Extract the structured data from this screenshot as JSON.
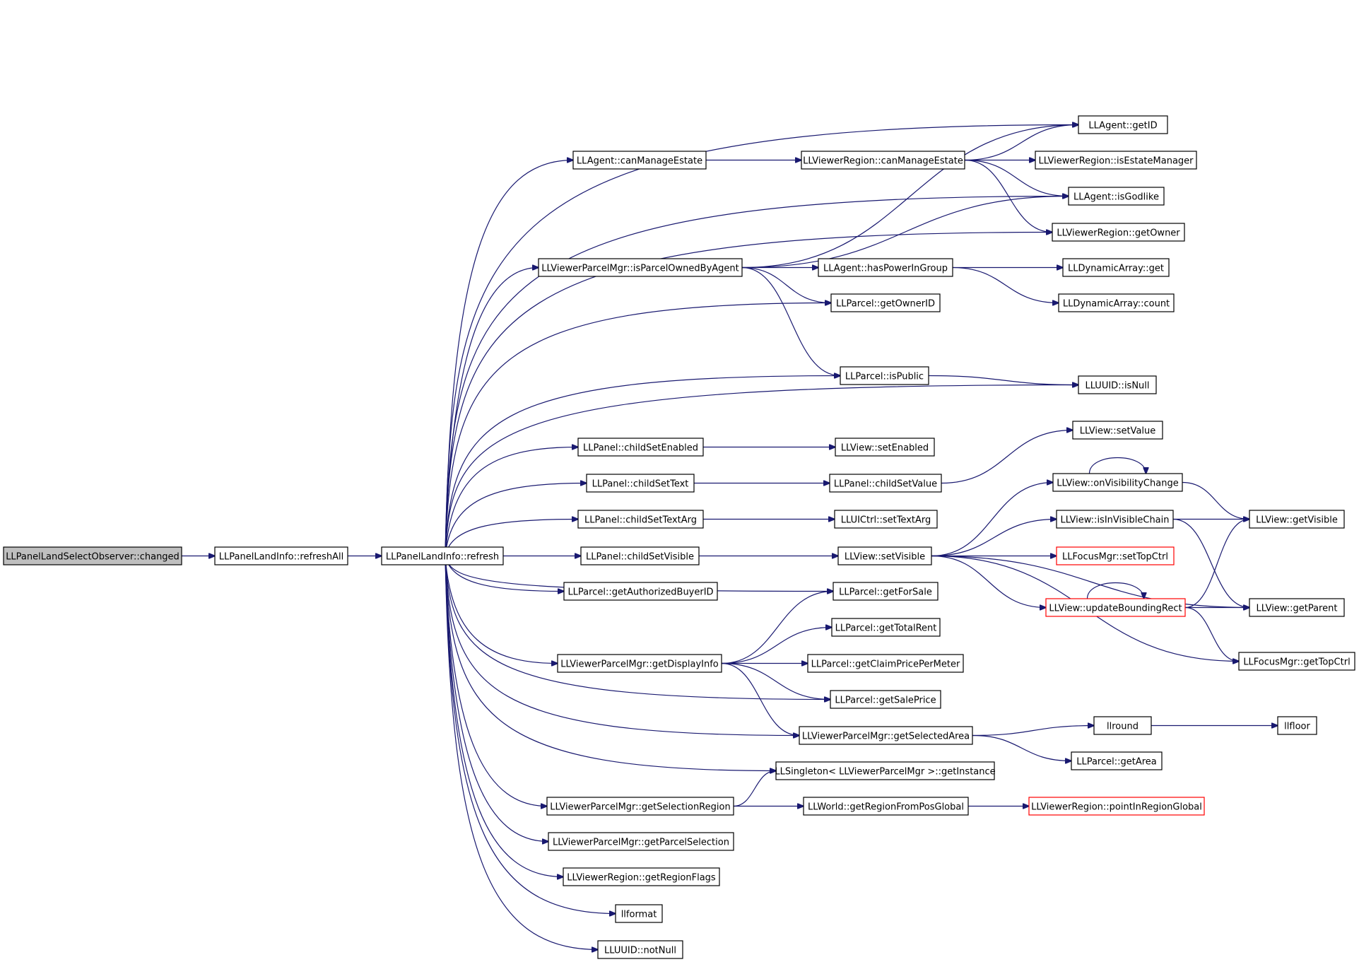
{
  "diagram": {
    "type": "call-graph",
    "edge_color": "#191970",
    "root_fill": "#bfbfbf",
    "truncated_border": "#ff0000",
    "nodes": [
      {
        "id": "n0",
        "label": "LLPanelLandSelectObserver::changed",
        "style": "root"
      },
      {
        "id": "n1",
        "label": "LLPanelLandInfo::refreshAll"
      },
      {
        "id": "n2",
        "label": "LLPanelLandInfo::refresh"
      },
      {
        "id": "n3",
        "label": "LLAgent::canManageEstate"
      },
      {
        "id": "n4",
        "label": "LLViewerParcelMgr::isParcelOwnedByAgent"
      },
      {
        "id": "n5",
        "label": "LLPanel::childSetEnabled"
      },
      {
        "id": "n6",
        "label": "LLPanel::childSetText"
      },
      {
        "id": "n7",
        "label": "LLPanel::childSetTextArg"
      },
      {
        "id": "n8",
        "label": "LLPanel::childSetVisible"
      },
      {
        "id": "n9",
        "label": "LLParcel::getAuthorizedBuyerID"
      },
      {
        "id": "n10",
        "label": "LLViewerParcelMgr::getDisplayInfo"
      },
      {
        "id": "n11",
        "label": "LLViewerParcelMgr::getSelectionRegion"
      },
      {
        "id": "n12",
        "label": "LLViewerParcelMgr::getParcelSelection"
      },
      {
        "id": "n13",
        "label": "LLViewerRegion::getRegionFlags"
      },
      {
        "id": "n14",
        "label": "llformat"
      },
      {
        "id": "n15",
        "label": "LLUUID::notNull"
      },
      {
        "id": "n16",
        "label": "LLViewerRegion::canManageEstate"
      },
      {
        "id": "n17",
        "label": "LLAgent::hasPowerInGroup"
      },
      {
        "id": "n18",
        "label": "LLParcel::getOwnerID"
      },
      {
        "id": "n19",
        "label": "LLParcel::isPublic"
      },
      {
        "id": "n20",
        "label": "LLView::setEnabled"
      },
      {
        "id": "n21",
        "label": "LLPanel::childSetValue"
      },
      {
        "id": "n22",
        "label": "LLUICtrl::setTextArg"
      },
      {
        "id": "n23",
        "label": "LLView::setVisible"
      },
      {
        "id": "n24",
        "label": "LLParcel::getForSale"
      },
      {
        "id": "n25",
        "label": "LLParcel::getTotalRent"
      },
      {
        "id": "n26",
        "label": "LLParcel::getClaimPricePerMeter"
      },
      {
        "id": "n27",
        "label": "LLParcel::getSalePrice"
      },
      {
        "id": "n28",
        "label": "LLViewerParcelMgr::getSelectedArea"
      },
      {
        "id": "n29",
        "label": "LLSingleton< LLViewerParcelMgr >::getInstance"
      },
      {
        "id": "n30",
        "label": "LLWorld::getRegionFromPosGlobal"
      },
      {
        "id": "n31",
        "label": "LLAgent::getID"
      },
      {
        "id": "n32",
        "label": "LLViewerRegion::isEstateManager"
      },
      {
        "id": "n33",
        "label": "LLAgent::isGodlike"
      },
      {
        "id": "n34",
        "label": "LLViewerRegion::getOwner"
      },
      {
        "id": "n35",
        "label": "LLDynamicArray::get"
      },
      {
        "id": "n36",
        "label": "LLDynamicArray::count"
      },
      {
        "id": "n37",
        "label": "LLUUID::isNull"
      },
      {
        "id": "n38",
        "label": "LLView::setValue"
      },
      {
        "id": "n39",
        "label": "LLView::onVisibilityChange"
      },
      {
        "id": "n40",
        "label": "LLView::isInVisibleChain"
      },
      {
        "id": "n41",
        "label": "LLFocusMgr::setTopCtrl",
        "style": "truncated"
      },
      {
        "id": "n42",
        "label": "LLView::updateBoundingRect",
        "style": "truncated"
      },
      {
        "id": "n43",
        "label": "llround"
      },
      {
        "id": "n44",
        "label": "LLParcel::getArea"
      },
      {
        "id": "n45",
        "label": "LLViewerRegion::pointInRegionGlobal",
        "style": "truncated"
      },
      {
        "id": "n46",
        "label": "LLView::getVisible"
      },
      {
        "id": "n47",
        "label": "LLView::getParent"
      },
      {
        "id": "n48",
        "label": "LLFocusMgr::getTopCtrl"
      },
      {
        "id": "n49",
        "label": "llfloor"
      }
    ],
    "edges": [
      [
        "n0",
        "n1"
      ],
      [
        "n1",
        "n2"
      ],
      [
        "n2",
        "n3"
      ],
      [
        "n2",
        "n4"
      ],
      [
        "n2",
        "n5"
      ],
      [
        "n2",
        "n6"
      ],
      [
        "n2",
        "n7"
      ],
      [
        "n2",
        "n8"
      ],
      [
        "n2",
        "n9"
      ],
      [
        "n2",
        "n10"
      ],
      [
        "n2",
        "n11"
      ],
      [
        "n2",
        "n12"
      ],
      [
        "n2",
        "n13"
      ],
      [
        "n2",
        "n14"
      ],
      [
        "n2",
        "n15"
      ],
      [
        "n2",
        "n31"
      ],
      [
        "n2",
        "n33"
      ],
      [
        "n2",
        "n18"
      ],
      [
        "n2",
        "n34"
      ],
      [
        "n2",
        "n19"
      ],
      [
        "n2",
        "n37"
      ],
      [
        "n2",
        "n24"
      ],
      [
        "n2",
        "n27"
      ],
      [
        "n2",
        "n28"
      ],
      [
        "n2",
        "n29"
      ],
      [
        "n3",
        "n16"
      ],
      [
        "n16",
        "n31"
      ],
      [
        "n16",
        "n32"
      ],
      [
        "n16",
        "n33"
      ],
      [
        "n16",
        "n34"
      ],
      [
        "n4",
        "n31"
      ],
      [
        "n4",
        "n33"
      ],
      [
        "n4",
        "n17"
      ],
      [
        "n4",
        "n18"
      ],
      [
        "n4",
        "n19"
      ],
      [
        "n17",
        "n35"
      ],
      [
        "n17",
        "n36"
      ],
      [
        "n19",
        "n37"
      ],
      [
        "n5",
        "n20"
      ],
      [
        "n6",
        "n21"
      ],
      [
        "n21",
        "n38"
      ],
      [
        "n7",
        "n22"
      ],
      [
        "n8",
        "n23"
      ],
      [
        "n23",
        "n39"
      ],
      [
        "n23",
        "n40"
      ],
      [
        "n23",
        "n41"
      ],
      [
        "n23",
        "n42"
      ],
      [
        "n23",
        "n47"
      ],
      [
        "n23",
        "n48"
      ],
      [
        "n39",
        "n39"
      ],
      [
        "n39",
        "n46"
      ],
      [
        "n40",
        "n46"
      ],
      [
        "n40",
        "n47"
      ],
      [
        "n42",
        "n42"
      ],
      [
        "n42",
        "n46"
      ],
      [
        "n42",
        "n47"
      ],
      [
        "n42",
        "n48"
      ],
      [
        "n10",
        "n24"
      ],
      [
        "n10",
        "n25"
      ],
      [
        "n10",
        "n26"
      ],
      [
        "n10",
        "n27"
      ],
      [
        "n10",
        "n28"
      ],
      [
        "n28",
        "n43"
      ],
      [
        "n28",
        "n44"
      ],
      [
        "n43",
        "n49"
      ],
      [
        "n11",
        "n29"
      ],
      [
        "n11",
        "n30"
      ],
      [
        "n30",
        "n45"
      ]
    ]
  }
}
